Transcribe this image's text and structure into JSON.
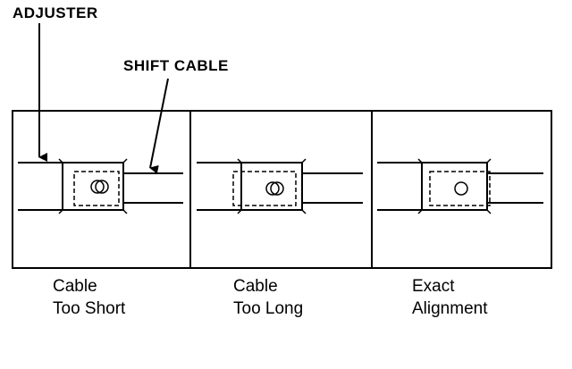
{
  "callouts": {
    "adjuster": "ADJUSTER",
    "shift_cable": "SHIFT CABLE"
  },
  "panels": [
    {
      "state": "too-short",
      "caption_line1": "Cable",
      "caption_line2": "Too Short"
    },
    {
      "state": "too-long",
      "caption_line1": "Cable",
      "caption_line2": "Too Long"
    },
    {
      "state": "aligned",
      "caption_line1": "Exact",
      "caption_line2": "Alignment"
    }
  ],
  "colors": {
    "ink": "#000000",
    "background": "#ffffff"
  }
}
